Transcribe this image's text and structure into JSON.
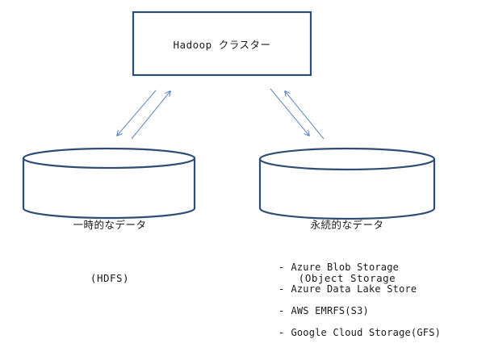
{
  "cluster": {
    "label": "Hadoop クラスター"
  },
  "temp_store": {
    "line1": "一時的なデータ",
    "line2": "(HDFS)"
  },
  "persistent_store": {
    "line1": "永続的なデータ",
    "line2": "(Object Storage"
  },
  "storage_options": {
    "bullet": "-",
    "items": [
      "Azure Blob Storage",
      "Azure Data Lake Store",
      "AWS EMRFS(S3)",
      "Google Cloud Storage(GFS)"
    ]
  },
  "colors": {
    "box_stroke": "#2f4d73",
    "arrow_stroke": "#5b86bd",
    "text": "#1a1a1a"
  }
}
